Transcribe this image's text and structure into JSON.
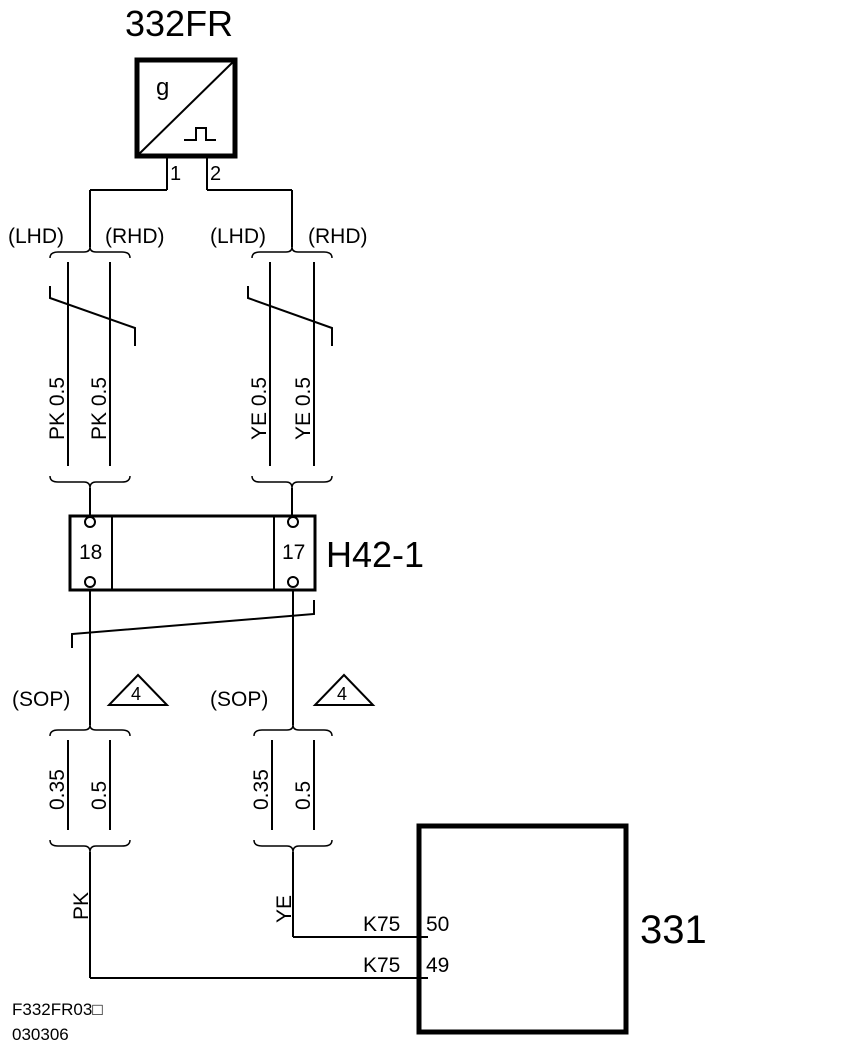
{
  "component_top": {
    "id": "332FR",
    "symbol_label": "g",
    "pin1": "1",
    "pin2": "2"
  },
  "variants": {
    "lhd": "(LHD)",
    "rhd": "(RHD)",
    "sop": "(SOP)"
  },
  "wires_upper": {
    "pk_lhd": "PK  0.5",
    "pk_rhd": "PK  0.5",
    "ye_lhd": "YE  0.5",
    "ye_rhd": "YE  0.5"
  },
  "connector": {
    "id": "H42-1",
    "pin_left": "18",
    "pin_right": "17"
  },
  "notes": {
    "note_ref": "4"
  },
  "wires_lower": {
    "pk_sop": "0.35",
    "pk_std": "0.5",
    "ye_sop": "0.35",
    "ye_std": "0.5",
    "pk_color": "PK",
    "ye_color": "YE"
  },
  "component_bottom": {
    "id": "331",
    "pins": [
      {
        "connector": "K75",
        "pin": "50"
      },
      {
        "connector": "K75",
        "pin": "49"
      }
    ]
  },
  "footer": {
    "code": "F332FR03□",
    "date": "030306"
  }
}
